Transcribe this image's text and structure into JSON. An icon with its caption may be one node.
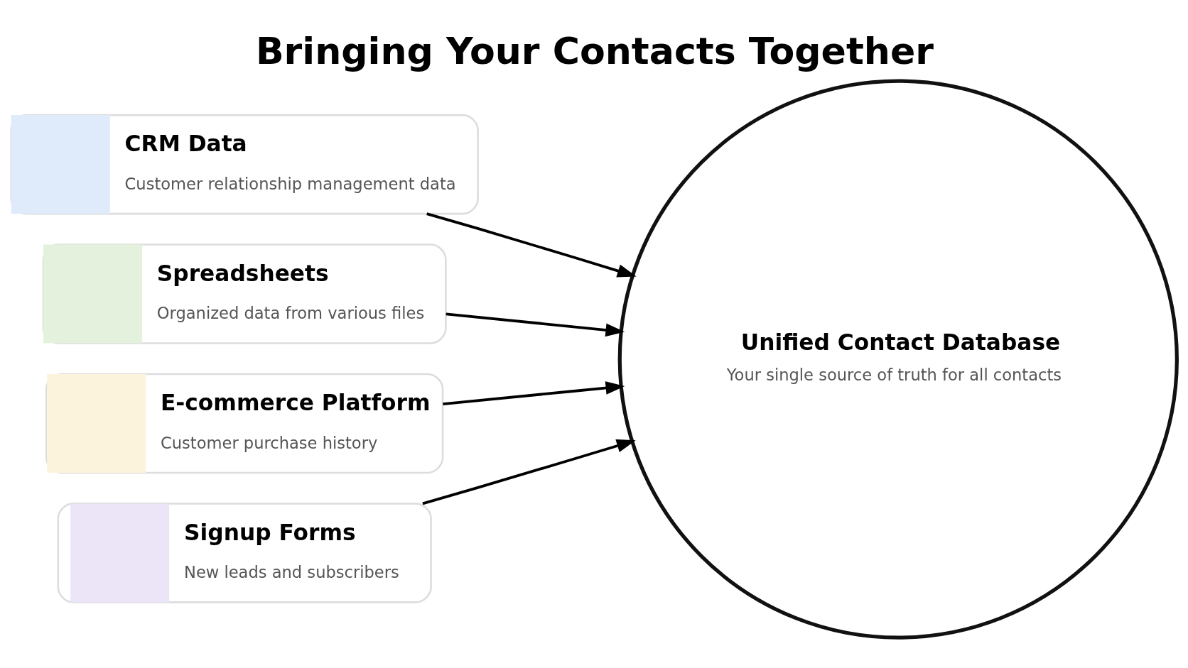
{
  "diagram": {
    "title": "Bringing Your Contacts Together",
    "nodes": [
      {
        "text": [
          "CRM Data",
          "Customer relationship management data"
        ]
      },
      {
        "text": [
          "Spreadsheets",
          "Organized data from various files"
        ]
      },
      {
        "text": [
          "E-commerce Platform",
          "Customer purchase history"
        ]
      },
      {
        "text": [
          "Signup Forms",
          "New leads and subscribers"
        ]
      },
      {
        "text": [
          "Unified Contact Database",
          "Your single source of truth for all contacts"
        ]
      }
    ],
    "edges": [
      {
        "from": 0,
        "to": 4,
        "arrow": "to"
      },
      {
        "from": 1,
        "to": 4,
        "arrow": "to"
      },
      {
        "from": 2,
        "to": 4,
        "arrow": "to"
      },
      {
        "from": 3,
        "to": 4,
        "arrow": "to"
      }
    ]
  }
}
